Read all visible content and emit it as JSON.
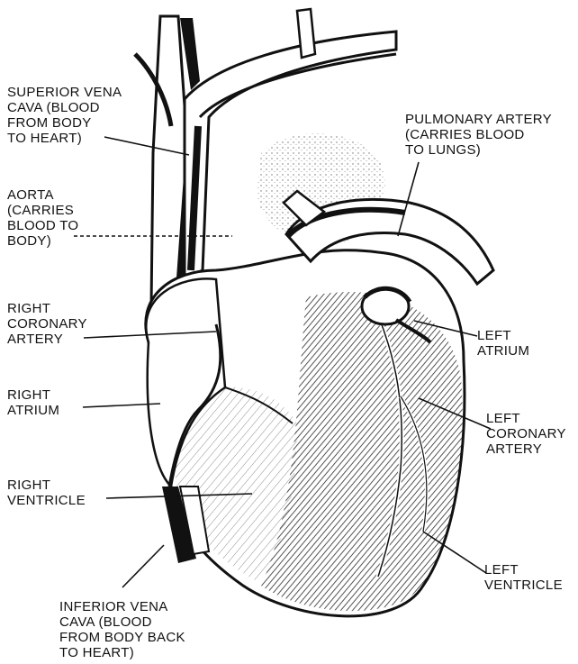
{
  "labels": {
    "superior_vena_cava": [
      "SUPERIOR VENA",
      "CAVA (BLOOD",
      "FROM BODY",
      "TO HEART)"
    ],
    "aorta": [
      "AORTA",
      "(CARRIES",
      "BLOOD TO",
      "BODY)"
    ],
    "right_coronary_artery": [
      "RIGHT",
      "CORONARY",
      "ARTERY"
    ],
    "right_atrium": [
      "RIGHT",
      "ATRIUM"
    ],
    "right_ventricle": [
      "RIGHT",
      "VENTRICLE"
    ],
    "inferior_vena_cava": [
      "INFERIOR VENA",
      "CAVA (BLOOD",
      "FROM BODY BACK",
      "TO HEART)"
    ],
    "pulmonary_artery": [
      "PULMONARY ARTERY",
      "(CARRIES BLOOD",
      "TO LUNGS)"
    ],
    "left_atrium": [
      "LEFT",
      "ATRIUM"
    ],
    "left_coronary_artery": [
      "LEFT",
      "CORONARY",
      "ARTERY"
    ],
    "left_ventricle": [
      "LEFT",
      "VENTRICLE"
    ]
  },
  "colors": {
    "ink": "#111111",
    "paper": "#ffffff"
  }
}
